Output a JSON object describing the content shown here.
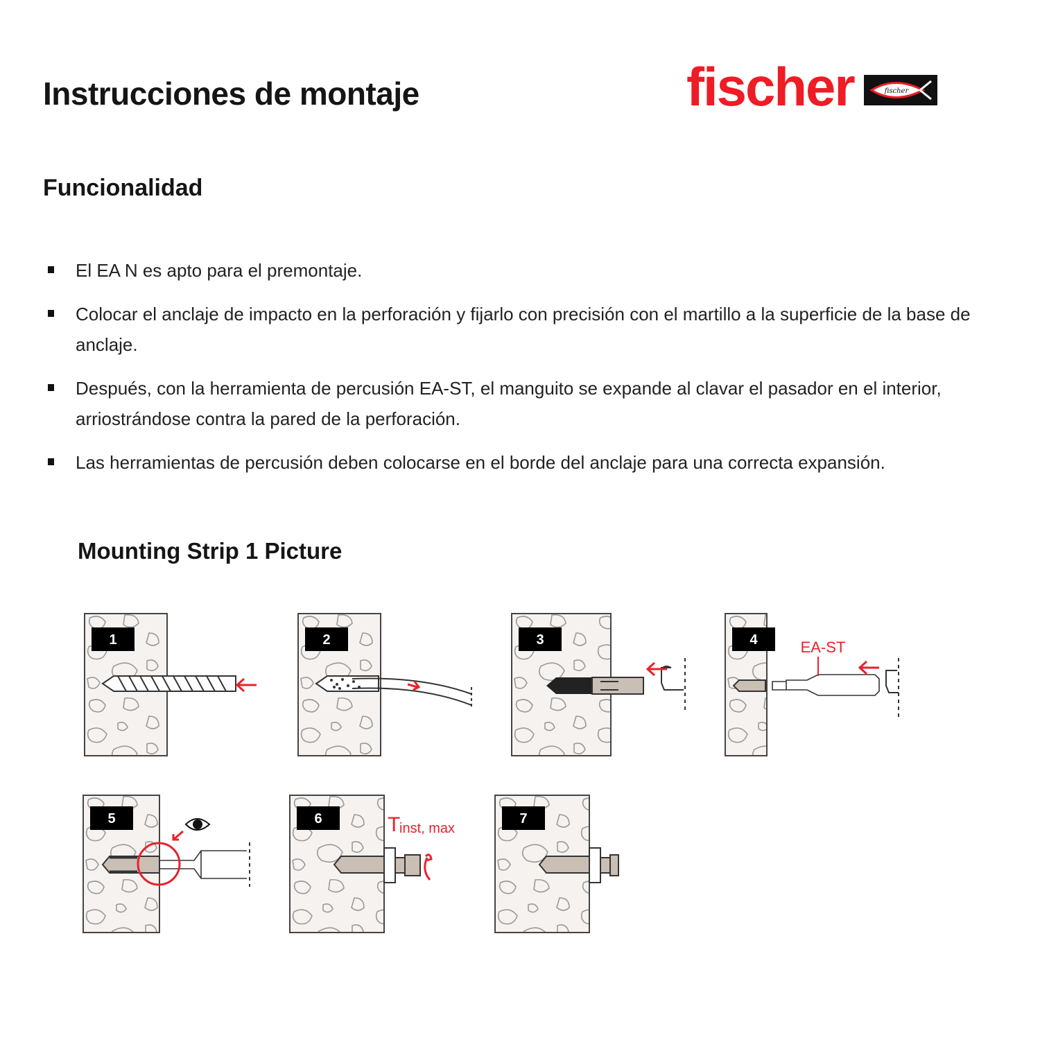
{
  "header": {
    "title": "Instrucciones de montaje",
    "brand": {
      "name": "fischer",
      "emblem_text": "fischer",
      "color": "#ee1c25"
    }
  },
  "functionality": {
    "title": "Funcionalidad",
    "items": [
      "El EA N es apto para el premontaje.",
      "Colocar el anclaje de impacto en la perforación y fijarlo con precisión con el martillo a la superficie de la base de anclaje.",
      "Después, con la herramienta de percusión EA-ST, el manguito se expande al clavar el pasador en el interior, arriostrándose contra la pared de la perforación.",
      "Las herramientas de percusión deben colocarse en el borde del anclaje para una correcta expansión."
    ]
  },
  "mounting_strip": {
    "title": "Mounting Strip 1 Picture",
    "steps": [
      {
        "number": "1",
        "action": "drill hole",
        "icon": "drill-bit-icon"
      },
      {
        "number": "2",
        "action": "clean hole",
        "icon": "blow-out-pump-icon"
      },
      {
        "number": "3",
        "action": "hammer in anchor",
        "icon": "hammer-icon"
      },
      {
        "number": "4",
        "action": "expand with setting tool",
        "label": "EA-ST",
        "icon": "setting-tool-icon"
      },
      {
        "number": "5",
        "action": "inspect flush setting",
        "icon": "eye-icon"
      },
      {
        "number": "6",
        "action": "tighten to torque",
        "label": "Tinst, max",
        "label_main": "T",
        "label_sub": "inst, max",
        "icon": "torque-arrow-icon"
      },
      {
        "number": "7",
        "action": "installed",
        "icon": "bolt-icon"
      }
    ],
    "accent_color": "#e8212b"
  }
}
